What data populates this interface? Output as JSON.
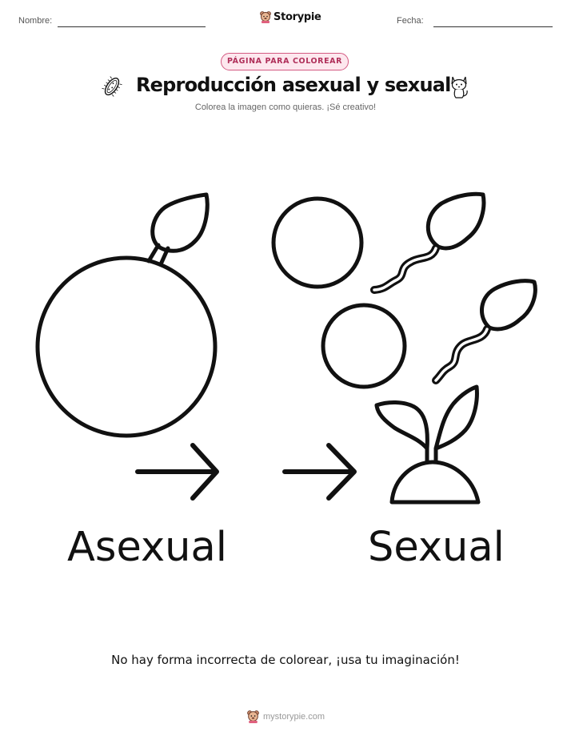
{
  "header": {
    "name_label": "Nombre:",
    "date_label": "Fecha:",
    "brand": "Storypie",
    "brand_icon": "bear-mascot-icon"
  },
  "badge": "PÁGINA PARA COLOREAR",
  "title": "Reproducción asexual y sexual",
  "title_icons": [
    "bacterium-icon",
    "cat-icon"
  ],
  "subtitle": "Colorea la imagen como quieras. ¡Sé creativo!",
  "illustration": {
    "left_label": "Asexual",
    "right_label": "Sexual"
  },
  "footer": {
    "message": "No hay forma incorrecta de colorear, ¡usa tu imaginación!",
    "site": "mystorypie.com"
  },
  "colors": {
    "badge_border": "#d45a82",
    "badge_bg": "#fde7ee",
    "badge_text": "#b0305a",
    "line_art": "#111111"
  }
}
